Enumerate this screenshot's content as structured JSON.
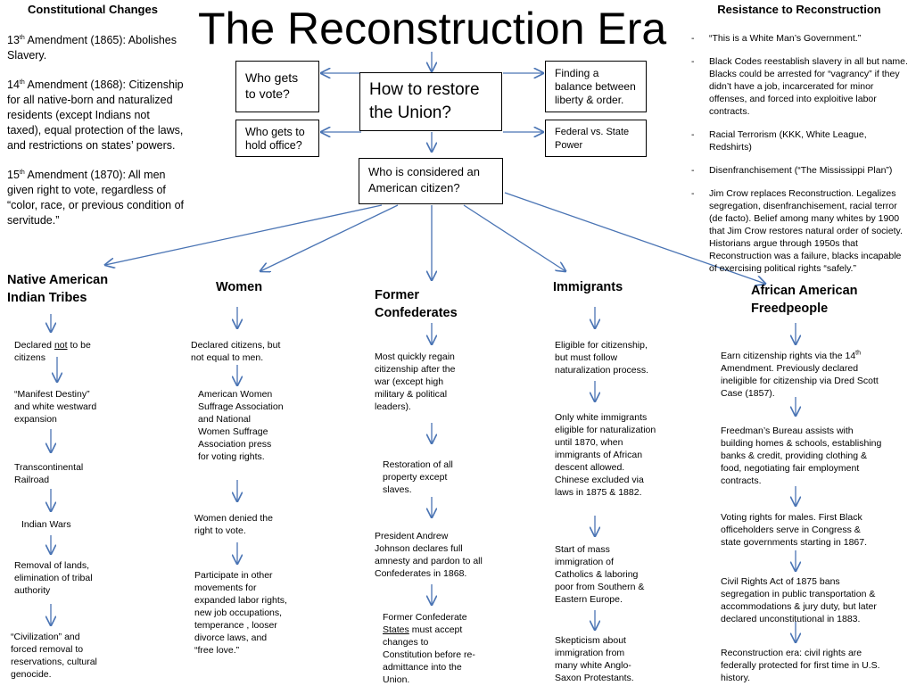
{
  "title": "The Reconstruction Era",
  "constitutional": {
    "heading": "Constitutional Changes",
    "amendments": [
      {
        "ord": "13",
        "sup": "th",
        "text": " Amendment (1865): Abolishes Slavery."
      },
      {
        "ord": "14",
        "sup": "th",
        "text": " Amendment (1868): Citizenship for all native-born and naturalized residents (except Indians not taxed), equal protection of the laws, and restrictions on states’ powers."
      },
      {
        "ord": "15",
        "sup": "th",
        "text": " Amendment (1870): All men given right to vote, regardless of “color, race, or previous condition of servitude.”"
      }
    ]
  },
  "resistance": {
    "heading": "Resistance to Reconstruction",
    "items": [
      "“This is a White Man’s Government.”",
      "Black Codes reestablish slavery in all but name. Blacks could be arrested for “vagrancy” if they didn’t have a job, incarcerated for minor offenses, and forced into exploitive labor contracts.",
      "Racial Terrorism (KKK, White League, Redshirts)",
      "Disenfranchisement (“The Mississippi Plan”)",
      "Jim Crow replaces Reconstruction. Legalizes segregation, disenfranchisement, racial terror (de facto). Belief among many whites by 1900 that Jim Crow restores natural order of society. Historians argue through 1950s that Reconstruction was a failure, blacks incapable of exercising political rights “safely.”"
    ]
  },
  "center": {
    "main": "How to restore the Union?",
    "vote": "Who gets to vote?",
    "office": "Who gets to hold office?",
    "balance": "Finding a balance between liberty & order.",
    "federal": "Federal vs. State Power",
    "citizen": "Who is considered an American citizen?"
  },
  "columns": {
    "native": {
      "heading": "Native American Indian Tribes",
      "items": [
        {
          "pre": "Declared ",
          "u": "not",
          "post": " to be citizens"
        },
        {
          "pre": "“Manifest Destiny” and white westward expansion"
        },
        {
          "pre": "Transcontinental Railroad"
        },
        {
          "pre": "Indian Wars"
        },
        {
          "pre": "Removal of lands, elimination of tribal authority"
        },
        {
          "pre": "“Civilization” and forced removal to reservations, cultural genocide."
        }
      ]
    },
    "women": {
      "heading": "Women",
      "items": [
        "Declared citizens, but not equal to men.",
        "American Women Suffrage Association and National Women Suffrage Association press for voting rights.",
        "Women denied the right to vote.",
        "Participate in other movements for expanded labor rights, new job occupations, temperance , looser divorce laws, and “free love.”"
      ]
    },
    "confederates": {
      "heading": "Former Confederates",
      "items": [
        {
          "pre": "Most quickly regain citizenship after the war (except high military & political leaders)."
        },
        {
          "pre": "Restoration of all property except slaves."
        },
        {
          "pre": "President Andrew Johnson declares full amnesty and pardon to all Confederates in 1868."
        },
        {
          "pre": "Former Confederate ",
          "u": "States",
          "post": " must accept changes to Constitution before re-admittance into the Union."
        }
      ]
    },
    "immigrants": {
      "heading": "Immigrants",
      "items": [
        "Eligible for citizenship, but must follow naturalization process.",
        "Only white immigrants eligible for naturalization until 1870, when immigrants of African descent allowed. Chinese excluded via laws in 1875 & 1882.",
        "Start of mass immigration of Catholics & laboring poor from Southern & Eastern Europe.",
        "Skepticism about immigration from many white Anglo-Saxon Protestants."
      ]
    },
    "african": {
      "heading": "African American Freedpeople",
      "items": [
        {
          "pre": "Earn citizenship rights via the 14",
          "sup": "th",
          "post": " Amendment. Previously declared ineligible for citizenship via Dred Scott Case (1857)."
        },
        {
          "pre": "Freedman’s Bureau assists with building homes & schools, establishing banks & credit, providing clothing & food, negotiating fair employment contracts."
        },
        {
          "pre": "Voting rights for males. First Black officeholders serve in Congress & state governments starting in 1867."
        },
        {
          "pre": "Civil Rights Act of 1875 bans segregation in public transportation & accommodations & jury duty, but later declared unconstitutional in 1883."
        },
        {
          "pre": "Reconstruction era: civil rights are federally protected for first time in U.S. history."
        }
      ]
    }
  },
  "colors": {
    "arrow": "#4a74b4"
  }
}
